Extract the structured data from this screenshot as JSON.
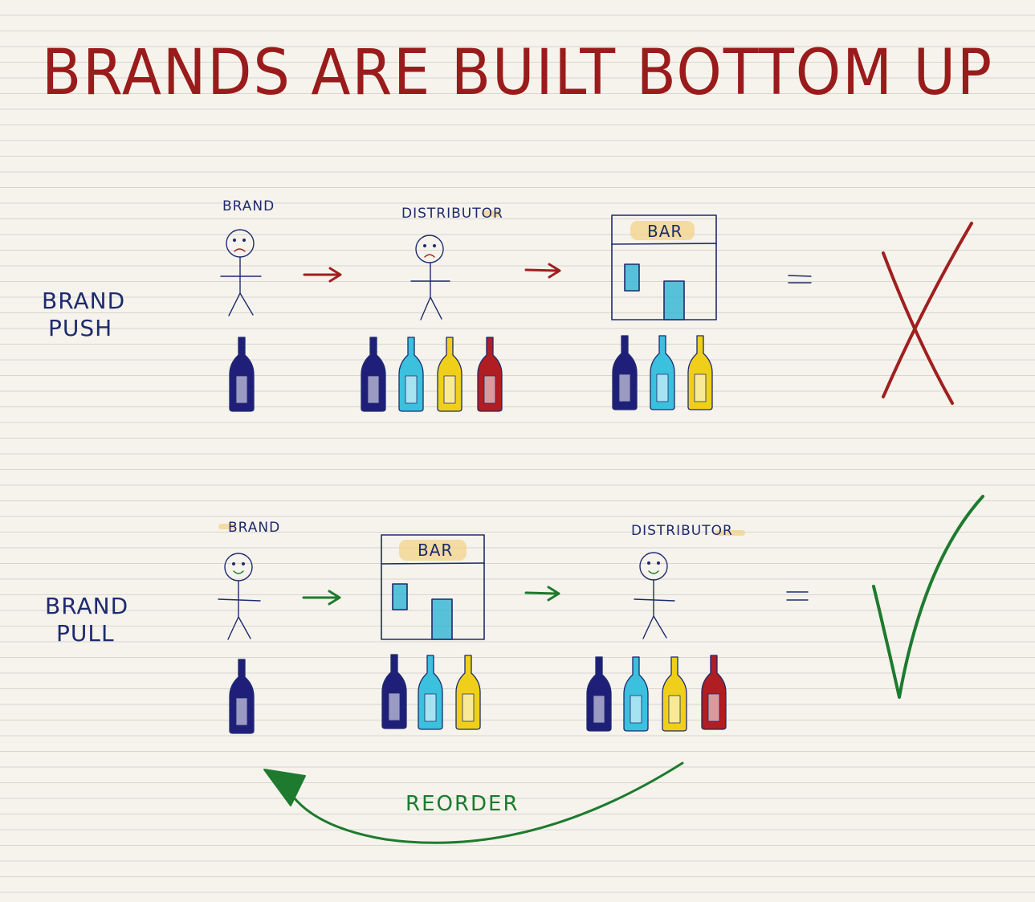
{
  "title": "BRANDS ARE BUILT BOTTOM UP",
  "rows": {
    "push": {
      "label_line1": "BRAND",
      "label_line2": "PUSH",
      "brand_label": "BRAND",
      "distributor_label": "DISTRIBUTOR",
      "bar_label": "BAR",
      "result": "wrong"
    },
    "pull": {
      "label_line1": "BRAND",
      "label_line2": "PULL",
      "brand_label": "BRAND",
      "bar_label": "BAR",
      "distributor_label": "DISTRIBUTOR",
      "reorder_label": "REORDER",
      "result": "right"
    }
  },
  "colors": {
    "title": "#9a1b1b",
    "label": "#1e2a6e",
    "push_arrow": "#a01f1f",
    "pull_arrow": "#1e7a2e",
    "highlight": "#f2d38a",
    "window": "#3bb7d6",
    "bottle_navy": "#1f1f7a",
    "bottle_cyan": "#3bc0de",
    "bottle_yellow": "#f0cf1a",
    "bottle_red": "#b01d22"
  },
  "icons": [
    "stick-figure-icon",
    "building-icon",
    "bottle-icon",
    "arrow-icon",
    "cross-icon",
    "check-icon",
    "equals-icon",
    "curved-arrow-icon"
  ]
}
